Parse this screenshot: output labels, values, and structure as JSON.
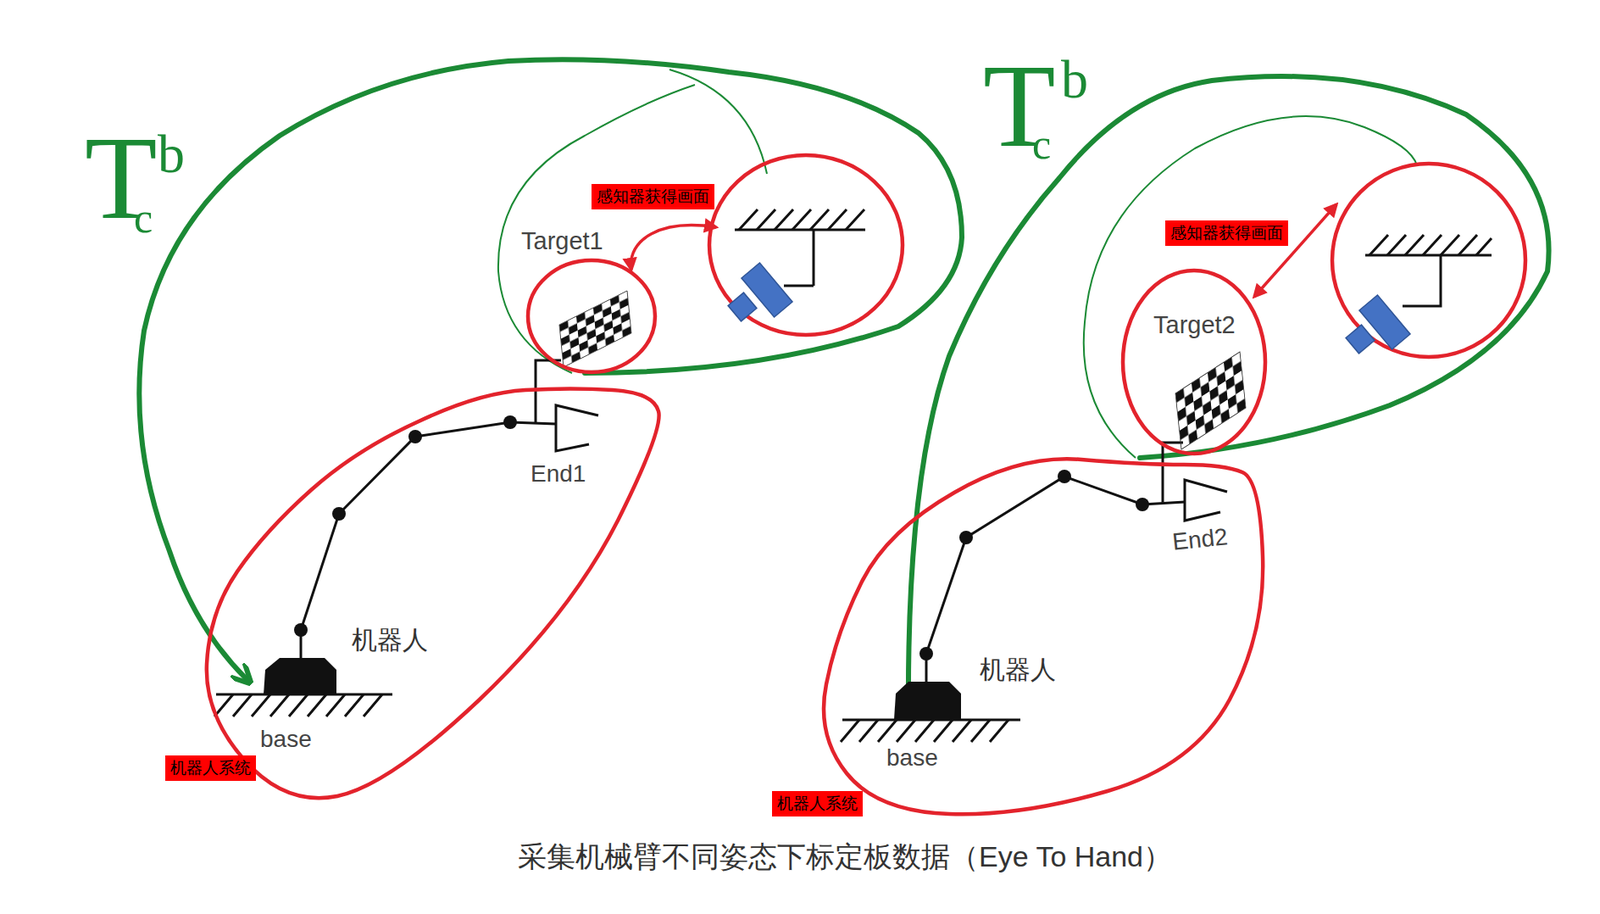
{
  "diagram": {
    "caption": "采集机械臂不同姿态下标定板数据（Eye To Hand）",
    "nodes": [
      {
        "text": [
          "机器人系统"
        ]
      },
      {
        "text": [
          "Target1"
        ]
      },
      {
        "text": [
          "机器人系统"
        ]
      },
      {
        "text": [
          "Target2"
        ]
      }
    ],
    "labels": [
      "T",
      "b",
      "c",
      "感知器获得画面",
      "机器人",
      "base",
      "End1",
      "T",
      "b",
      "c",
      "感知器获得画面",
      "机器人",
      "base",
      "End2"
    ]
  }
}
